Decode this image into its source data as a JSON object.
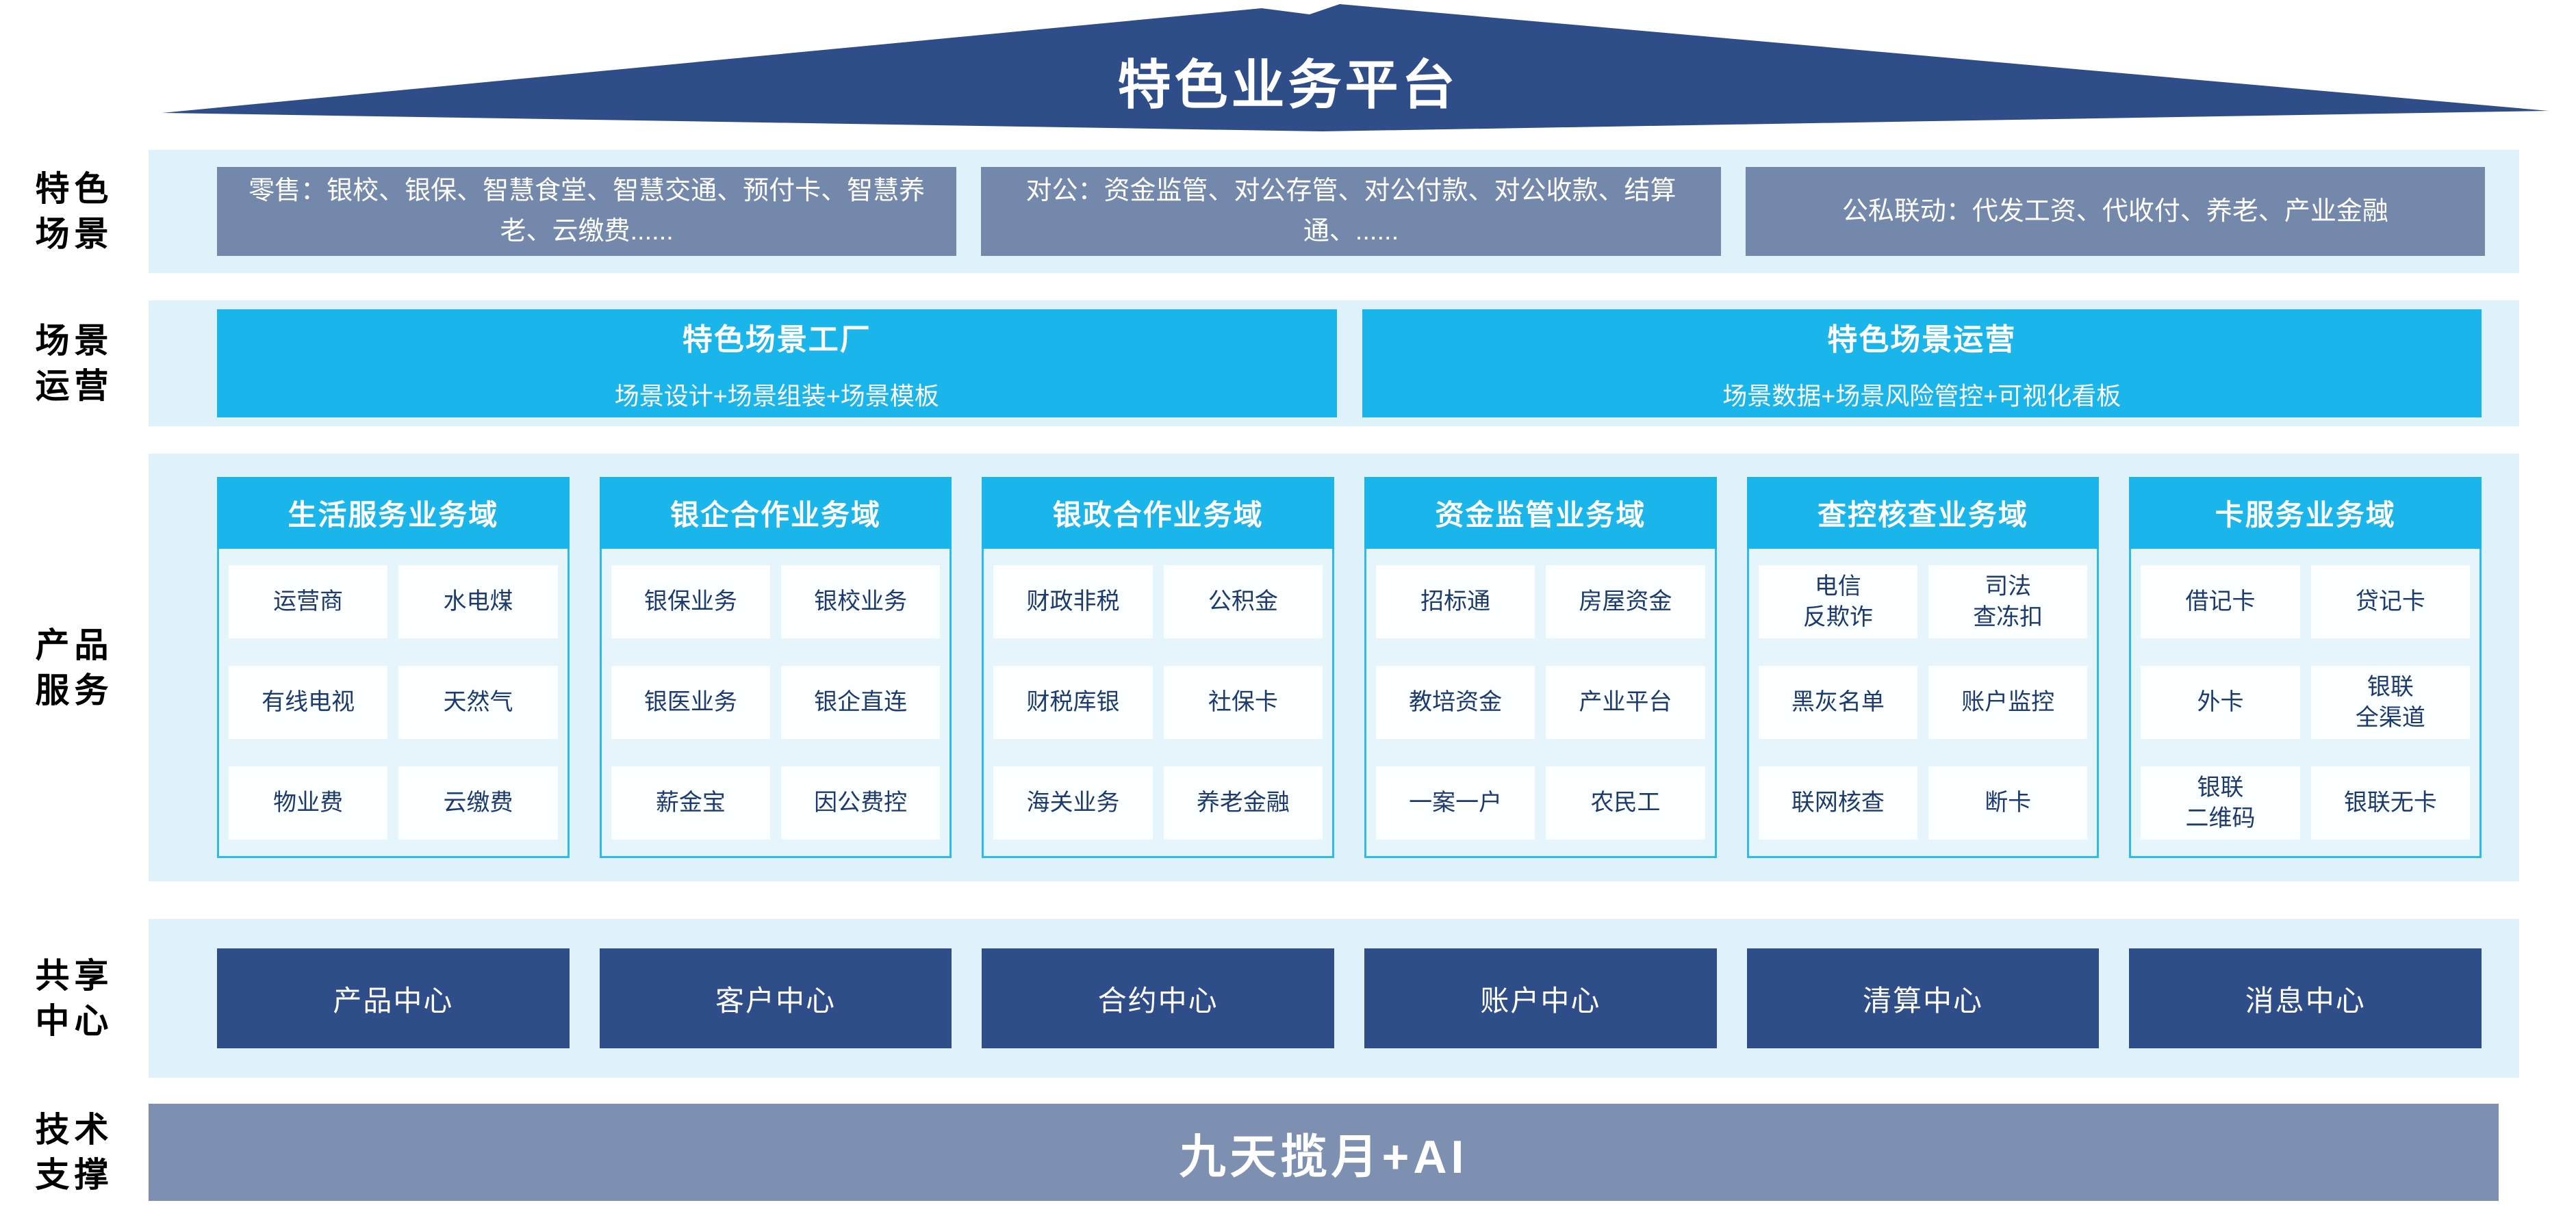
{
  "title": "特色业务平台",
  "sections": {
    "scenes": {
      "label": "特色\n场景",
      "boxes": [
        "零售：银校、银保、智慧食堂、智慧交通、预付卡、智慧养老、云缴费......",
        "对公：资金监管、对公存管、对公付款、对公收款、结算通、......",
        "公私联动：代发工资、代收付、养老、产业金融"
      ]
    },
    "operations": {
      "label": "场景\n运营",
      "boxes": [
        {
          "title": "特色场景工厂",
          "subtitle": "场景设计+场景组装+场景模板"
        },
        {
          "title": "特色场景运营",
          "subtitle": "场景数据+场景风险管控+可视化看板"
        }
      ]
    },
    "products": {
      "label": "产品\n服务",
      "domains": [
        {
          "header": "生活服务业务域",
          "cells": [
            "运营商",
            "水电煤",
            "有线电视",
            "天然气",
            "物业费",
            "云缴费"
          ]
        },
        {
          "header": "银企合作业务域",
          "cells": [
            "银保业务",
            "银校业务",
            "银医业务",
            "银企直连",
            "薪金宝",
            "因公费控"
          ]
        },
        {
          "header": "银政合作业务域",
          "cells": [
            "财政非税",
            "公积金",
            "财税库银",
            "社保卡",
            "海关业务",
            "养老金融"
          ]
        },
        {
          "header": "资金监管业务域",
          "cells": [
            "招标通",
            "房屋资金",
            "教培资金",
            "产业平台",
            "一案一户",
            "农民工"
          ]
        },
        {
          "header": "查控核查业务域",
          "cells": [
            "电信\n反欺诈",
            "司法\n查冻扣",
            "黑灰名单",
            "账户监控",
            "联网核查",
            "断卡"
          ]
        },
        {
          "header": "卡服务业务域",
          "cells": [
            "借记卡",
            "贷记卡",
            "外卡",
            "银联\n全渠道",
            "银联\n二维码",
            "银联无卡"
          ]
        }
      ]
    },
    "shared": {
      "label": "共享\n中心",
      "centers": [
        "产品中心",
        "客户中心",
        "合约中心",
        "账户中心",
        "清算中心",
        "消息中心"
      ]
    },
    "tech": {
      "label": "技术\n支撑",
      "bar": "九天揽月+AI"
    }
  },
  "colors": {
    "navy": "#2f4e89",
    "slate_box": "#7488ac",
    "slate_bar": "#7e90b1",
    "cyan": "#19b5eb",
    "band_bg": "#dff1fb",
    "domain_body_bg": "#e6f4fc",
    "cell_bg": "#fcffff",
    "cell_text": "#1d3a70"
  }
}
